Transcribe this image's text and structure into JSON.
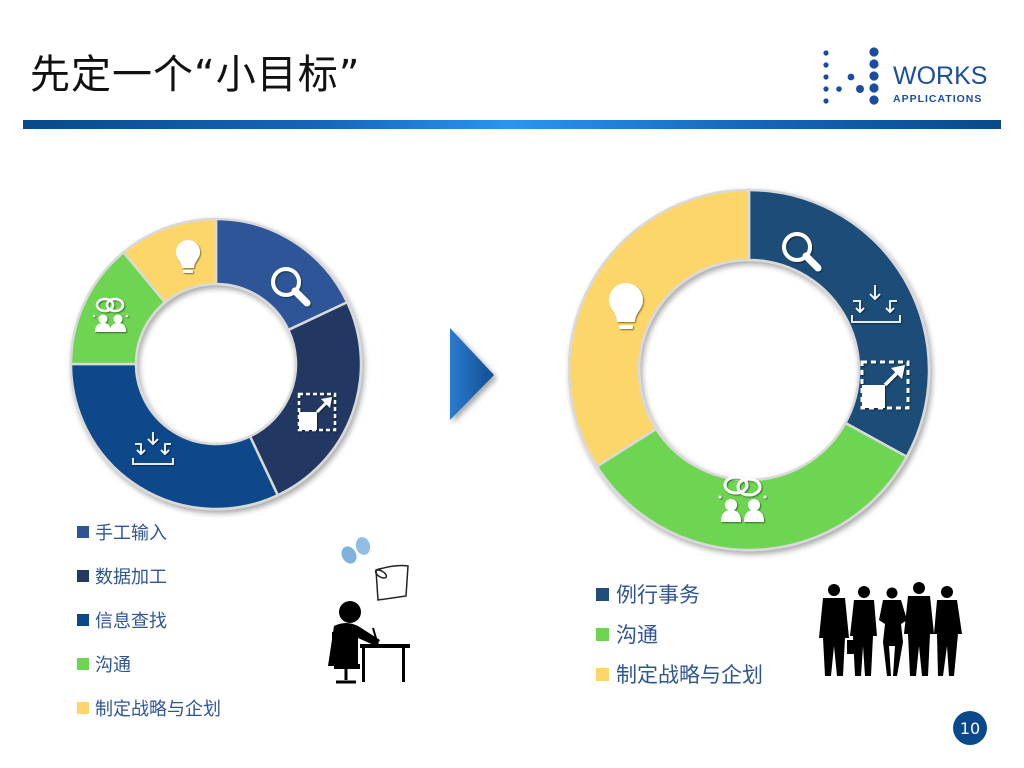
{
  "slide": {
    "title": "先定一个“小目标”",
    "page_number": "10",
    "logo": {
      "name": "WORKS",
      "subtitle": "APPLICATIONS",
      "color": "#1a4da1"
    },
    "accent_color": "#0b4a8a"
  },
  "chart_data": [
    {
      "type": "pie",
      "variant": "donut",
      "title": "",
      "categories": [
        "手工输入",
        "数据加工",
        "信息查找",
        "沟通",
        "制定战略与企划"
      ],
      "values": [
        18,
        25,
        32,
        14,
        11
      ],
      "colors": [
        "#2f5597",
        "#203864",
        "#0b4a8a",
        "#6dd551",
        "#fdd66b"
      ],
      "icons": [
        "magnifier-icon",
        "expand-icon",
        "import-icon",
        "discussion-icon",
        "lightbulb-icon"
      ],
      "legend_position": "bottom-left"
    },
    {
      "type": "pie",
      "variant": "donut",
      "title": "",
      "categories": [
        "例行事务",
        "沟通",
        "制定战略与企划"
      ],
      "values": [
        33,
        33,
        34
      ],
      "colors": [
        "#1f4e79",
        "#6dd551",
        "#fdd66b"
      ],
      "icons": [
        "magnifier-import-expand-icons",
        "discussion-icon",
        "lightbulb-icon"
      ],
      "legend_position": "bottom-left"
    }
  ],
  "legend_left": [
    {
      "label": "手工输入",
      "color": "#2f5597"
    },
    {
      "label": "数据加工",
      "color": "#203864"
    },
    {
      "label": "信息查找",
      "color": "#0b4a8a"
    },
    {
      "label": "沟通",
      "color": "#6dd551"
    },
    {
      "label": "制定战略与企划",
      "color": "#fdd66b"
    }
  ],
  "legend_right": [
    {
      "label": "例行事务",
      "color": "#1f4e79"
    },
    {
      "label": "沟通",
      "color": "#6dd551"
    },
    {
      "label": "制定战略与企划",
      "color": "#fdd66b"
    }
  ]
}
